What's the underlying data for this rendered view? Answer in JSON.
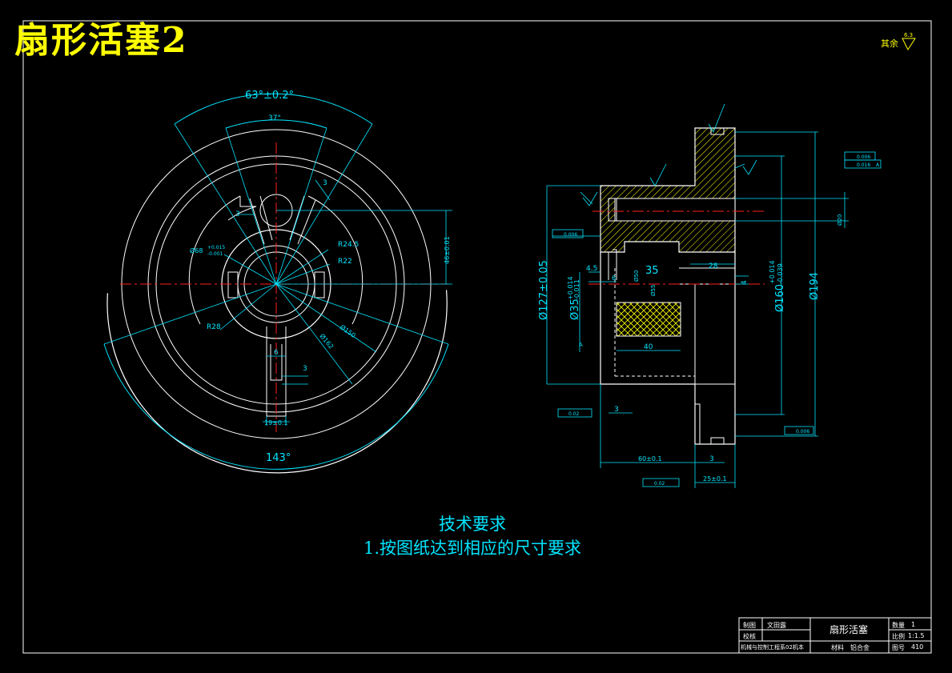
{
  "title": "扇形活塞2",
  "roughness": {
    "label": "其余",
    "value": "6.3"
  },
  "tech_requirements": {
    "heading": "技术要求",
    "item1": "1.按图纸达到相应的尺寸要求"
  },
  "left_view_dims": {
    "angle_total": "63°±0.2°",
    "angle_inner": "37°",
    "angle_outer": "143°",
    "d68": "Ø68",
    "d68_tol_up": "+0.015",
    "d68_tol_dn": "-0.001",
    "r24_5": "R24.5",
    "r22": "R22",
    "r28": "R28",
    "d150": "Ø150",
    "d162": "Ø162",
    "w6": "6",
    "w3a": "3",
    "w3b": "3",
    "w3c": "3",
    "w19": "19±0.1",
    "h46": "46±0.01"
  },
  "right_view_dims": {
    "d127": "Ø127±0.05",
    "d35": "Ø35",
    "d35_tol_up": "+0.014",
    "d35_tol_dn": "-0.011",
    "d160": "Ø160",
    "d160_tol_up": "+0.014",
    "d160_tol_dn": "-0.039",
    "d194": "Ø194",
    "d20": "Ø20",
    "d50": "Ø50",
    "d55": "Ø55",
    "r35": "35",
    "l4_5": "4.5",
    "l6": "6",
    "l28": "28",
    "l4": "4",
    "l40": "40",
    "l3a": "3",
    "l3b": "3",
    "l60": "60±0.1",
    "l25": "25±0.1",
    "tol_flat": "0.006",
    "tol_par": "0.016",
    "tol_par_ref": "A",
    "tol_box1": "0.006",
    "tol_box2": "0.006",
    "tol_perp1": "0.02",
    "tol_perp2": "0.02",
    "datum_a": "A"
  },
  "title_block": {
    "draw_label": "制图",
    "draw_name": "文田露",
    "check_label": "校核",
    "org": "机械与控制工程系02机本",
    "part_name": "扇形活塞",
    "qty_label": "数量",
    "qty": "1",
    "scale_label": "比例",
    "scale": "1:1.5",
    "material_label": "材料",
    "material": "铝合金",
    "drawing_no_label": "图号",
    "drawing_no": "410"
  },
  "colors": {
    "background": "#000000",
    "outline": "#ffffff",
    "dimension": "#00e5ff",
    "centerline": "#ff2020",
    "annotation": "#ffff00",
    "hatch": "#ffff00"
  }
}
